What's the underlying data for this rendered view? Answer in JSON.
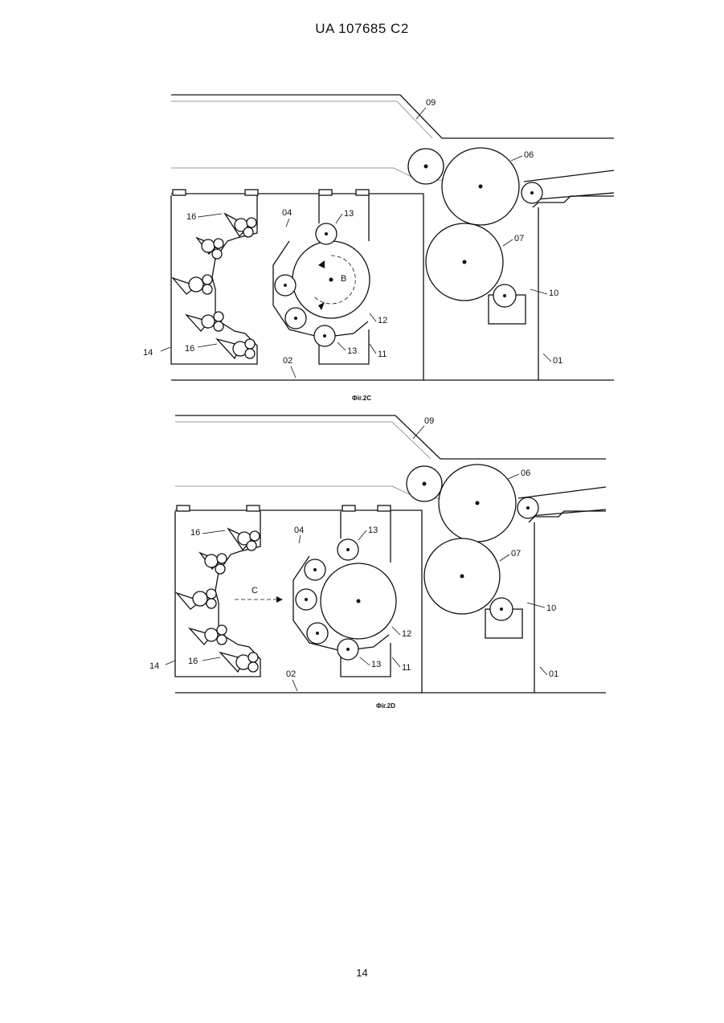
{
  "header": {
    "patent_number": "UA   107685   C2"
  },
  "page_number": "14",
  "figures": [
    {
      "caption": "Фіг.2С",
      "labels": {
        "l01": "01",
        "l02": "02",
        "l04": "04",
        "l06": "06",
        "l07": "07",
        "l09": "09",
        "l10": "10",
        "l11": "11",
        "l12": "12",
        "l13a": "13",
        "l13b": "13",
        "l14": "14",
        "l16a": "16",
        "l16b": "16"
      },
      "motion_label": "B"
    },
    {
      "caption": "Фіг.2D",
      "labels": {
        "l01": "01",
        "l02": "02",
        "l04": "04",
        "l06": "06",
        "l07": "07",
        "l09": "09",
        "l10": "10",
        "l11": "11",
        "l12": "12",
        "l13a": "13",
        "l13b": "13",
        "l14": "14",
        "l16a": "16",
        "l16b": "16"
      },
      "motion_label": "C"
    }
  ]
}
